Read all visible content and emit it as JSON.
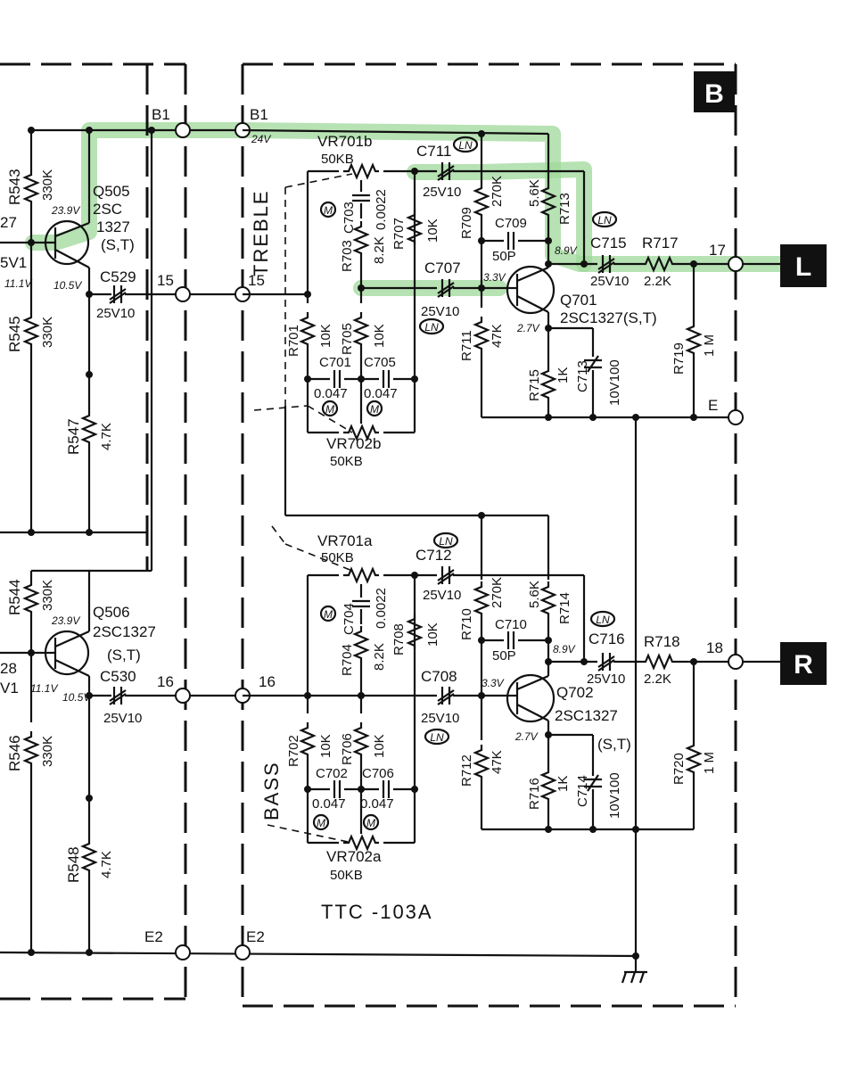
{
  "board": {
    "section_letter": "B",
    "model": "TTC -103A",
    "treble_label": "TREBLE",
    "bass_label": "BASS"
  },
  "outputs": {
    "left": "L",
    "right": "R"
  },
  "colors": {
    "highlight": "#9fd89a",
    "ink": "#111111",
    "paper": "#ffffff"
  },
  "nodes": {
    "b1_left": "B1",
    "b1_right": "B1",
    "n15_left": "15",
    "n15_right": "15",
    "n16_left": "16",
    "n16_right": "16",
    "e2_left": "E2",
    "e2_right": "E2",
    "n17": "17",
    "n18": "18",
    "e": "E"
  },
  "voltages": {
    "b1": "24V",
    "q505_c": "23.9V",
    "q505_e": "10.5V",
    "q505_b": "11.1V",
    "q506_c": "23.9V",
    "q506_b": "11.1V",
    "q506_e": "10.5V",
    "q701_b": "3.3V",
    "q701_c": "8.9V",
    "q701_e": "2.7V",
    "q702_b": "3.3V",
    "q702_c": "8.9V",
    "q702_e": "2.7V"
  },
  "left_channel": {
    "r543": "R543",
    "r543_v": "330K",
    "q505": "Q505",
    "q505_type": "2SC",
    "q505_num": "1327",
    "q505_rank": "(S,T)",
    "c529": "C529",
    "c529_v": "25V10",
    "r545": "R545",
    "r545_v": "330K",
    "r547": "R547",
    "r547_v": "4.7K",
    "frag1": "27",
    "frag2": "5V1",
    "r544": "R544",
    "r544_v": "330K",
    "q506": "Q506",
    "q506_type": "2SC1327",
    "q506_rank": "(S,T)",
    "c530": "C530",
    "c530_v": "25V10",
    "r546": "R546",
    "r546_v": "330K",
    "r548": "R548",
    "r548_v": "4.7K",
    "frag3": "28",
    "frag4": "V1"
  },
  "treble_section": {
    "vr701b": "VR701b",
    "vr701b_v": "50KB",
    "c703": "C703",
    "c703_v": "0.0022",
    "r703": "R703",
    "r703_v": "8.2K",
    "r707": "R707",
    "r707_v": "10K",
    "r701": "R701",
    "r701_v": "10K",
    "r705": "R705",
    "r705_v": "10K",
    "c701": "C701",
    "c701_v": "0.047",
    "c705": "C705",
    "c705_v": "0.047",
    "vr702b": "VR702b",
    "vr702b_v": "50KB",
    "c711": "C711",
    "c711_v": "25V10",
    "c707": "C707",
    "c707_v": "25V10",
    "r709": "R709",
    "r709_v": "270K",
    "c709": "C709",
    "c709_v": "50P",
    "r713": "R713",
    "r713_v": "5.6K",
    "r711": "R711",
    "r711_v": "47K",
    "q701": "Q701",
    "q701_type": "2SC1327(S,T)",
    "r715": "R715",
    "r715_v": "1K",
    "c713": "C713",
    "c713_v": "10V100",
    "c715": "C715",
    "c715_v": "25V10",
    "r717": "R717",
    "r717_v": "2.2K",
    "r719": "R719",
    "r719_v": "1 M",
    "ln": "LN",
    "m": "M"
  },
  "bass_section": {
    "vr701a": "VR701a",
    "vr701a_v": "50KB",
    "c704": "C704",
    "c704_v": "0.0022",
    "r704": "R704",
    "r704_v": "8.2K",
    "r708": "R708",
    "r708_v": "10K",
    "r702": "R702",
    "r702_v": "10K",
    "r706": "R706",
    "r706_v": "10K",
    "c702": "C702",
    "c702_v": "0.047",
    "c706": "C706",
    "c706_v": "0.047",
    "vr702a": "VR702a",
    "vr702a_v": "50KB",
    "c712": "C712",
    "c712_v": "25V10",
    "c708": "C708",
    "c708_v": "25V10",
    "r710": "R710",
    "r710_v": "270K",
    "c710": "C710",
    "c710_v": "50P",
    "r714": "R714",
    "r714_v": "5.6K",
    "r712": "R712",
    "r712_v": "47K",
    "q702": "Q702",
    "q702_type": "2SC1327",
    "q702_rank": "(S,T)",
    "r716": "R716",
    "r716_v": "1K",
    "c714": "C714",
    "c714_v": "10V100",
    "c716": "C716",
    "c716_v": "25V10",
    "r718": "R718",
    "r718_v": "2.2K",
    "r720": "R720",
    "r720_v": "1 M"
  }
}
